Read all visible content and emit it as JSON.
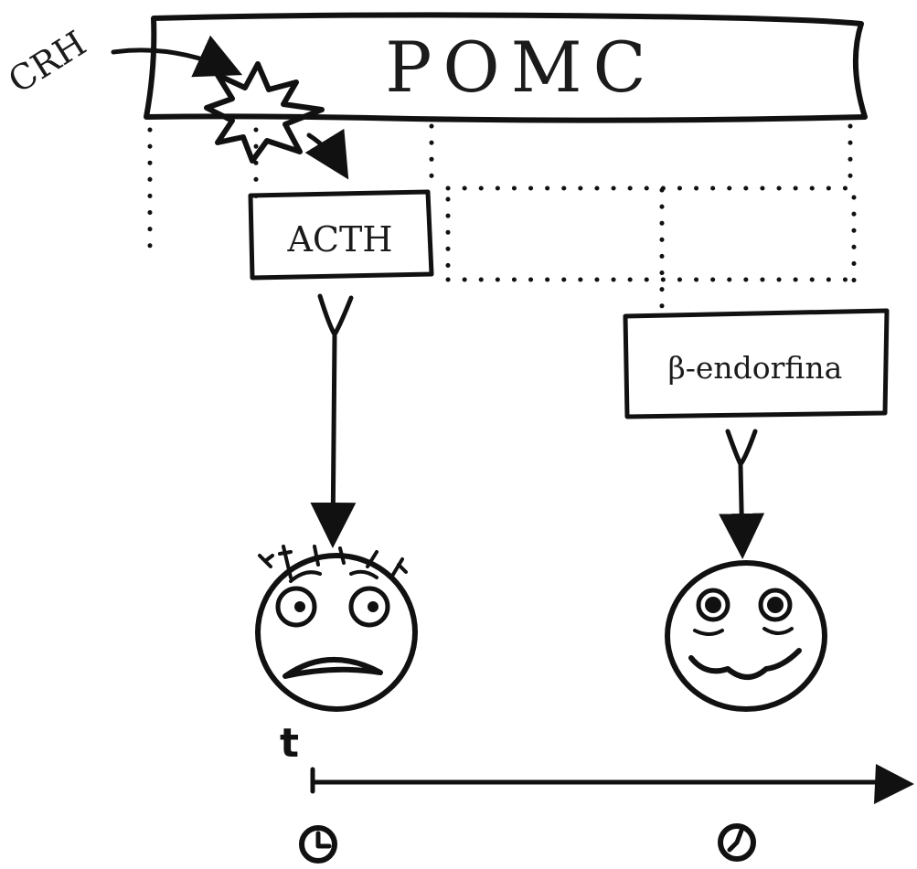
{
  "precursor": {
    "label": "POMC"
  },
  "stimulus": {
    "label": "CRH"
  },
  "products": [
    {
      "label": "ACTH"
    },
    {
      "label": "β-endorfina"
    }
  ],
  "time_axis": {
    "label": "t"
  },
  "icons": {
    "cleavage": "explosion-icon",
    "stress_face": "frightened-face-icon",
    "calm_face": "happy-face-icon",
    "early_clock": "clock-early-icon",
    "late_clock": "clock-late-icon"
  },
  "colors": {
    "ink": "#111111",
    "background": "#ffffff"
  }
}
